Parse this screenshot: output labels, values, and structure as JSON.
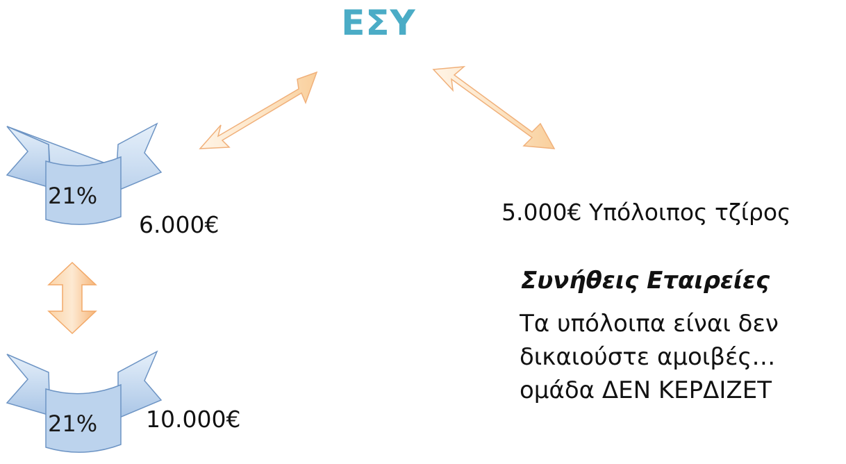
{
  "title": "ΕΣΥ",
  "tiers": [
    {
      "percent": "21%",
      "amount": "6.000€"
    },
    {
      "percent": "21%",
      "amount": "10.000€"
    }
  ],
  "remaining_text": "5.000€  Υπόλοιπος τζίρος",
  "note": {
    "heading": "Συνήθεις Εταιρείες",
    "lines": [
      "Τα υπόλοιπα είναι δεν",
      "δικαιούστε αμοιβές…",
      "ομάδα  ΔΕΝ ΚΕΡΔΙΖΕΤ"
    ]
  },
  "colors": {
    "title": "#4bacc6",
    "tier_shape": "#c5d9ef",
    "tier_outline": "#5b86b8",
    "arrow_fill": "#fde3c3",
    "arrow_outline": "#f2b578"
  }
}
